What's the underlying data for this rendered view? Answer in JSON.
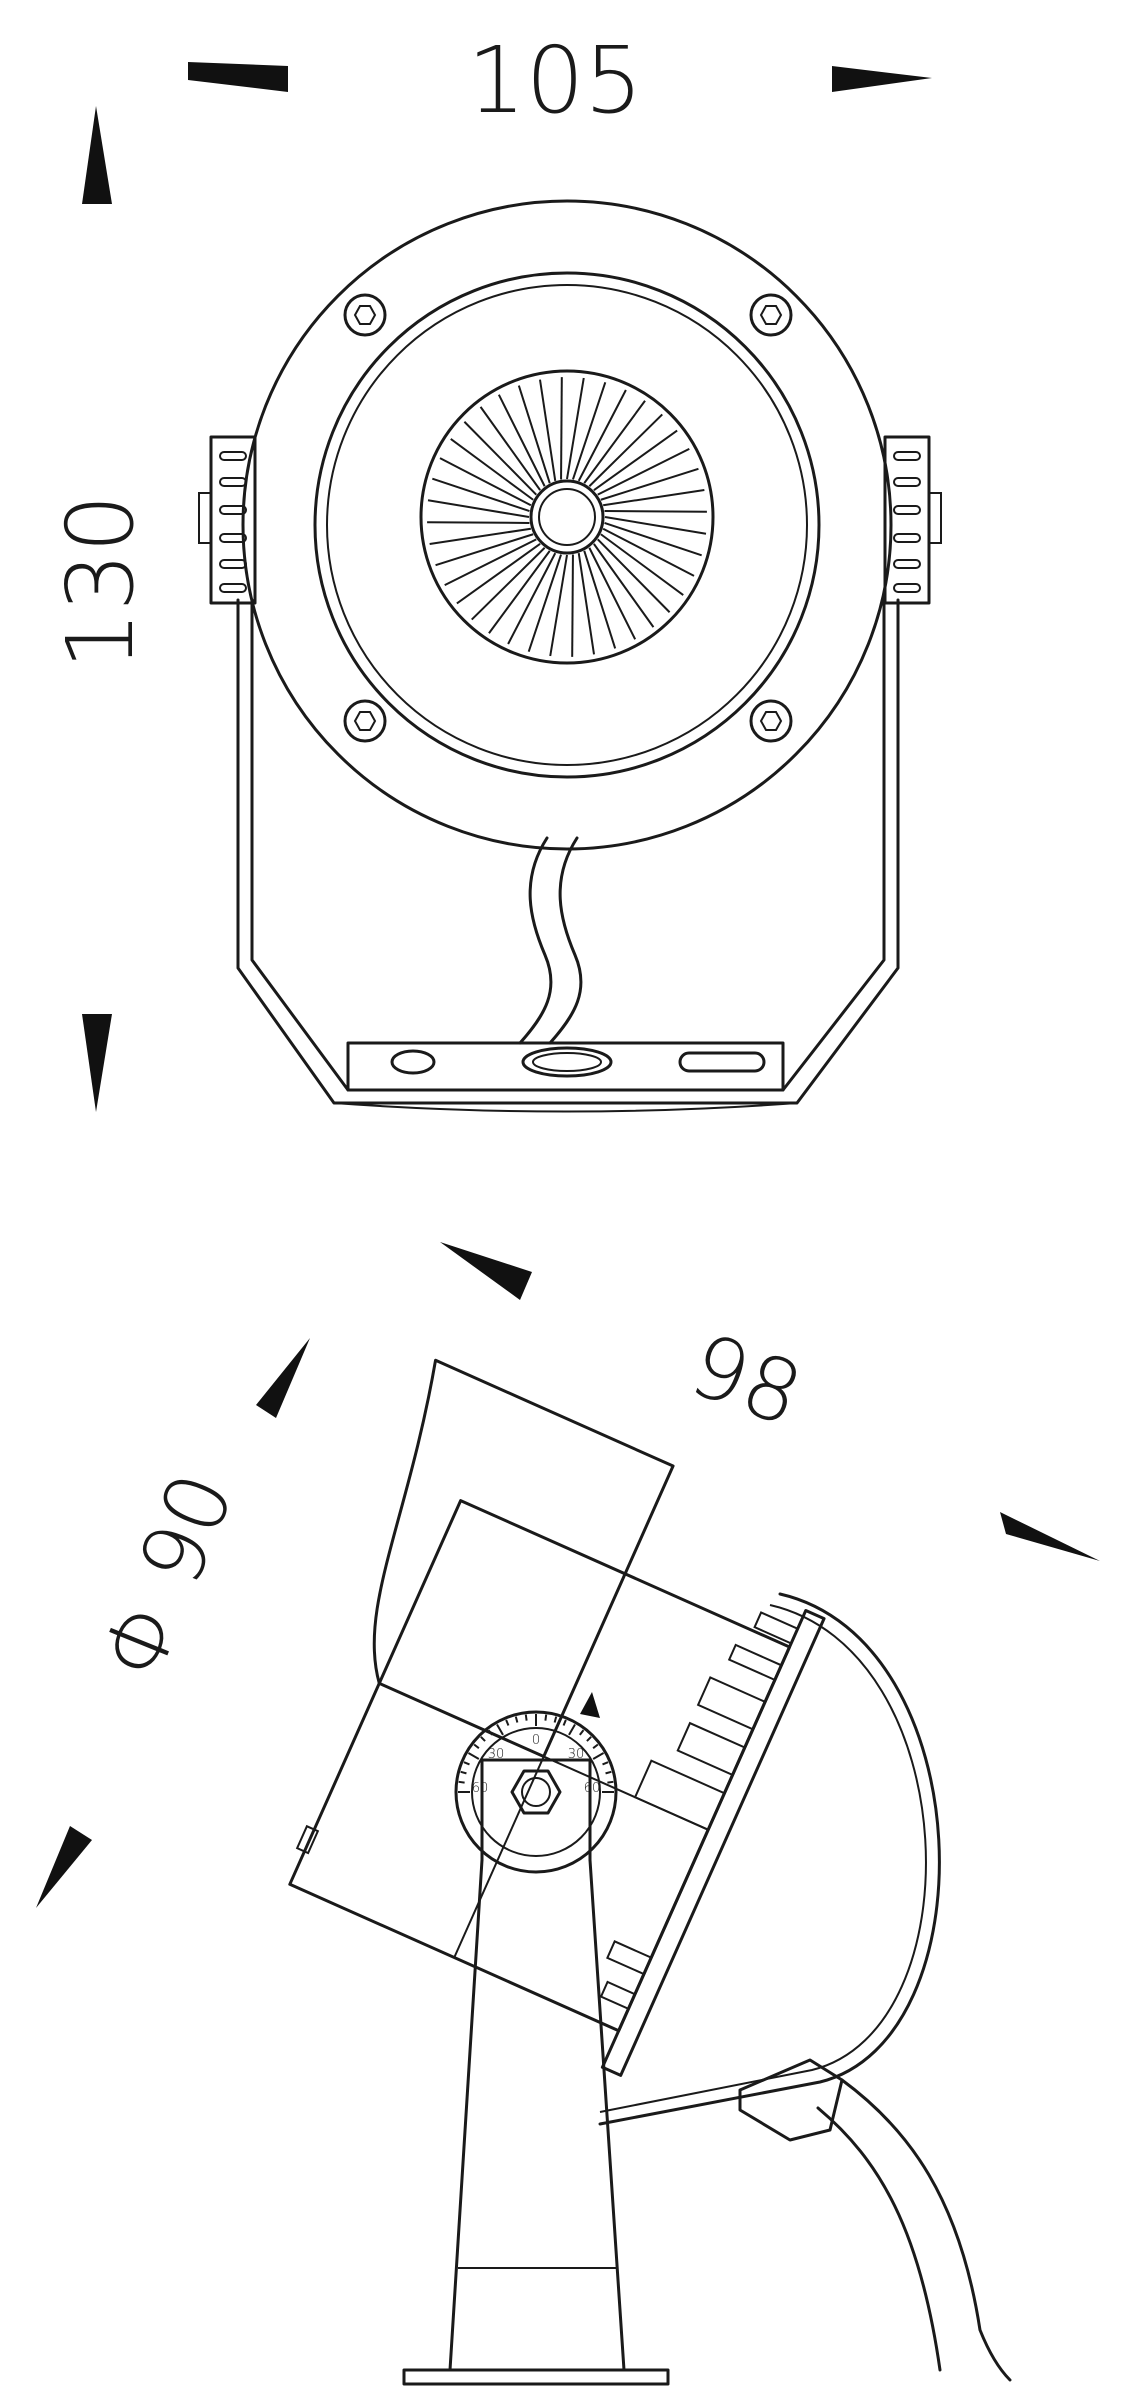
{
  "dimensions": {
    "width_label": "105",
    "height_label": "130",
    "length_label": "98",
    "diameter_label": "Φ 90"
  },
  "dial": {
    "tick_labels": [
      "60",
      "30",
      "0",
      "30",
      "60"
    ]
  },
  "colors": {
    "line": "#1a1a1a",
    "background": "#ffffff"
  }
}
